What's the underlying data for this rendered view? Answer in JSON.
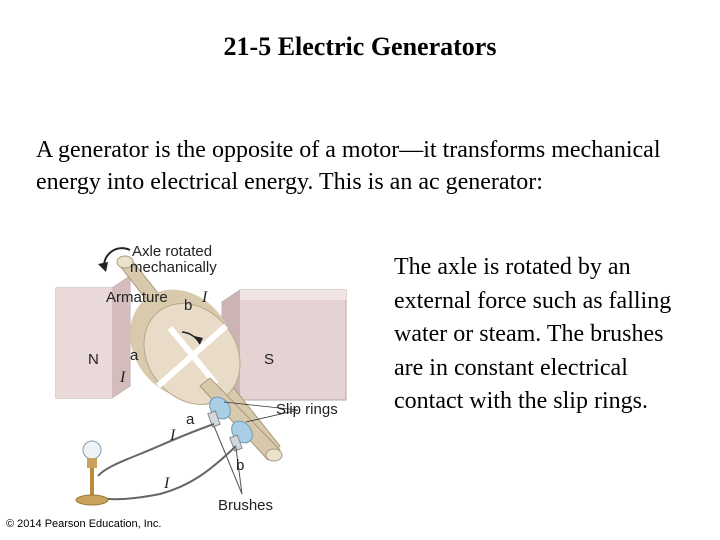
{
  "slide": {
    "title": "21-5 Electric Generators",
    "intro": "A generator is the opposite of a motor—it transforms mechanical energy into electrical energy. This is an ac generator:",
    "side_text": "The axle is rotated by an external force such as falling water or steam. The brushes are in constant electrical contact with the slip rings.",
    "copyright": "© 2014 Pearson Education, Inc."
  },
  "figure": {
    "labels": {
      "axle": "Axle rotated",
      "axle2": "mechanically",
      "armature": "Armature",
      "b_top": "b",
      "i_top": "I",
      "north": "N",
      "south": "S",
      "a_left": "a",
      "i_left": "I",
      "slip_rings": "Slip rings",
      "a_ring": "a",
      "i_wire1": "I",
      "b_ring": "b",
      "i_wire2": "I",
      "brushes": "Brushes"
    },
    "colors": {
      "magnet": "#e5d3d3",
      "armature": "#e8dcc8",
      "axle": "#d8c9ad",
      "slip_ring": "#a9cfe6",
      "wire": "#666666"
    }
  }
}
